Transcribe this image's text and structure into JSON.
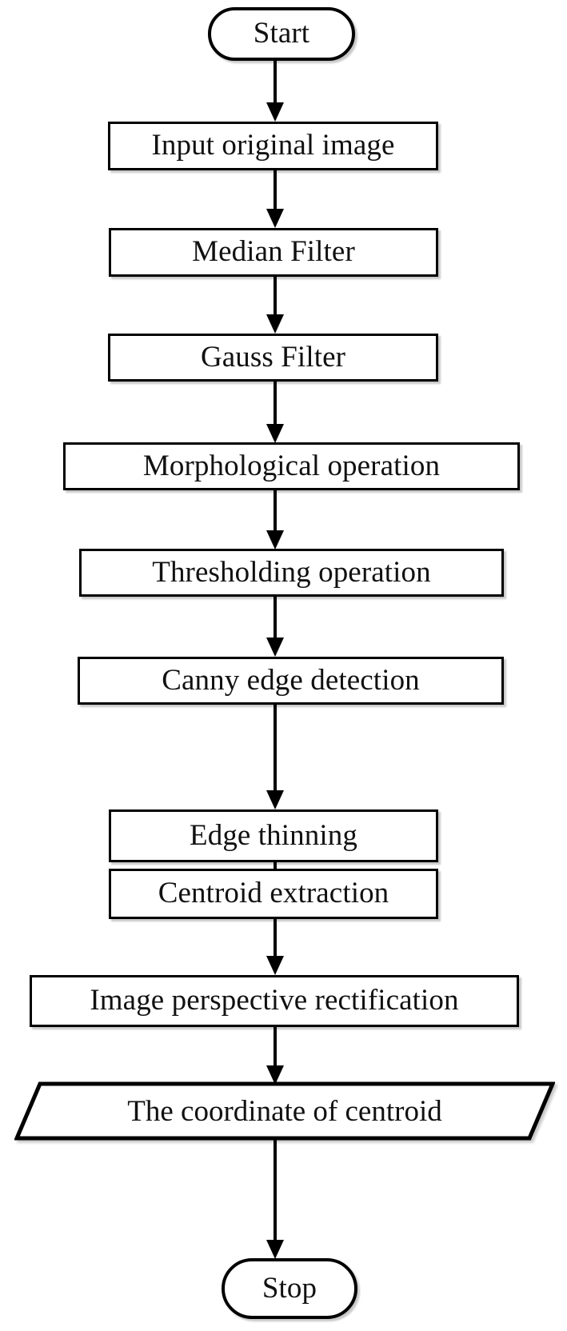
{
  "diagram": {
    "title": "Image processing flowchart for centroid extraction",
    "orientation": "top-to-bottom",
    "line_color": "#000000",
    "fill_color": "#ffffff",
    "text_color": "#111111",
    "nodes": [
      {
        "id": "start",
        "shape": "terminator",
        "label": "Start"
      },
      {
        "id": "input",
        "shape": "process",
        "label": "Input original image"
      },
      {
        "id": "median",
        "shape": "process",
        "label": "Median Filter"
      },
      {
        "id": "gauss",
        "shape": "process",
        "label": "Gauss Filter"
      },
      {
        "id": "morph",
        "shape": "process",
        "label": "Morphological operation"
      },
      {
        "id": "threshold",
        "shape": "process",
        "label": "Thresholding operation"
      },
      {
        "id": "canny",
        "shape": "process",
        "label": "Canny edge detection"
      },
      {
        "id": "thinning",
        "shape": "process",
        "label": "Edge thinning"
      },
      {
        "id": "centroid",
        "shape": "process",
        "label": "Centroid extraction"
      },
      {
        "id": "rectify",
        "shape": "process",
        "label": "Image perspective rectification"
      },
      {
        "id": "coordinate",
        "shape": "parallelogram",
        "label": "The coordinate of centroid"
      },
      {
        "id": "stop",
        "shape": "terminator",
        "label": "Stop"
      }
    ],
    "edges": [
      {
        "from": "start",
        "to": "input",
        "arrow": "down"
      },
      {
        "from": "input",
        "to": "median",
        "arrow": "down"
      },
      {
        "from": "median",
        "to": "gauss",
        "arrow": "down"
      },
      {
        "from": "gauss",
        "to": "morph",
        "arrow": "down"
      },
      {
        "from": "morph",
        "to": "threshold",
        "arrow": "down"
      },
      {
        "from": "threshold",
        "to": "canny",
        "arrow": "down"
      },
      {
        "from": "canny",
        "to": "thinning",
        "arrow": "down"
      },
      {
        "from": "thinning",
        "to": "centroid",
        "arrow": "down"
      },
      {
        "from": "centroid",
        "to": "rectify",
        "arrow": "down"
      },
      {
        "from": "rectify",
        "to": "coordinate",
        "arrow": "down"
      },
      {
        "from": "coordinate",
        "to": "stop",
        "arrow": "down"
      }
    ]
  }
}
